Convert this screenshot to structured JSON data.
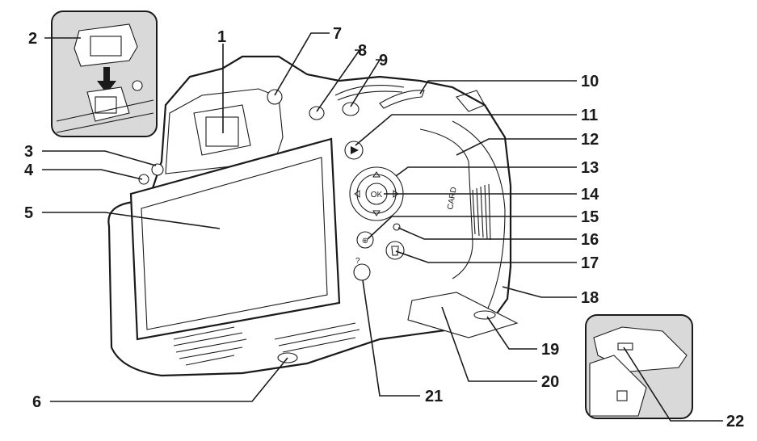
{
  "diagram": {
    "subject": "Camera rear view with numbered part callouts",
    "callouts": [
      {
        "id": "1",
        "label": "1"
      },
      {
        "id": "2",
        "label": "2"
      },
      {
        "id": "3",
        "label": "3"
      },
      {
        "id": "4",
        "label": "4"
      },
      {
        "id": "5",
        "label": "5"
      },
      {
        "id": "6",
        "label": "6"
      },
      {
        "id": "7",
        "label": "7"
      },
      {
        "id": "8",
        "label": "8"
      },
      {
        "id": "9",
        "label": "9"
      },
      {
        "id": "10",
        "label": "10"
      },
      {
        "id": "11",
        "label": "11"
      },
      {
        "id": "12",
        "label": "12"
      },
      {
        "id": "13",
        "label": "13"
      },
      {
        "id": "14",
        "label": "14"
      },
      {
        "id": "15",
        "label": "15"
      },
      {
        "id": "16",
        "label": "16"
      },
      {
        "id": "17",
        "label": "17"
      },
      {
        "id": "18",
        "label": "18"
      },
      {
        "id": "19",
        "label": "19"
      },
      {
        "id": "20",
        "label": "20"
      },
      {
        "id": "21",
        "label": "21"
      },
      {
        "id": "22",
        "label": "22"
      }
    ],
    "button_glyphs": {
      "ok": "OK",
      "help": "?",
      "card_text": "CARD"
    },
    "icons": {
      "playback": "playback-icon",
      "zoom_in": "zoom-in-icon",
      "delete": "trash-icon",
      "arrow": "down-arrow-icon"
    },
    "colors": {
      "line": "#1a1a1a",
      "inset_background": "#d9d9d9",
      "background": "#ffffff"
    }
  }
}
